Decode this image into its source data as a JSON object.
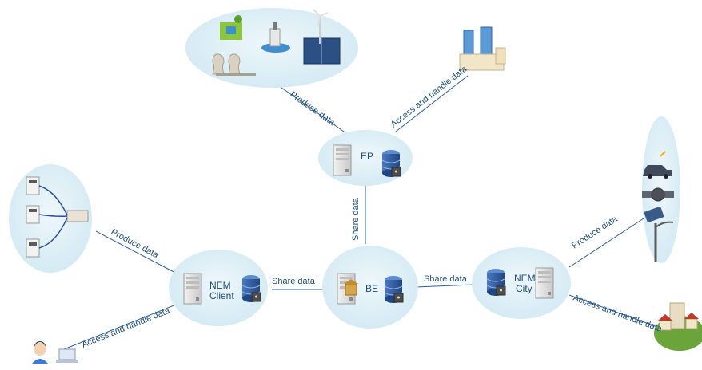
{
  "nodes": {
    "ep": {
      "label": "EP"
    },
    "be": {
      "label": "BE"
    },
    "nem_client": {
      "line1": "NEM",
      "line2": "Client"
    },
    "nem_city": {
      "line1": "NEM",
      "line2": "City"
    }
  },
  "edges": {
    "generation_to_ep": "Produce data",
    "ep_to_office": "Access and handle data",
    "ep_to_be": "Share data",
    "meters_to_client": "Produce data",
    "client_to_user": "Access and handle data",
    "client_to_be": "Share data",
    "be_to_city": "Share data",
    "city_to_devices": "Produce data",
    "city_to_town": "Access and handle data"
  },
  "colors": {
    "ellipse": "#dbeef6",
    "line": "#2e5f9a",
    "text": "#1f4e79",
    "database": "#2c5aa0"
  },
  "icons": [
    "server-icon",
    "database-lock-icon",
    "bank-icon",
    "power-plant-icon",
    "wind-turbine-icon",
    "office-building-icon",
    "smart-meter-icon",
    "electric-car-icon",
    "water-meter-icon",
    "street-light-icon",
    "user-icon",
    "laptop-icon",
    "town-icon"
  ]
}
